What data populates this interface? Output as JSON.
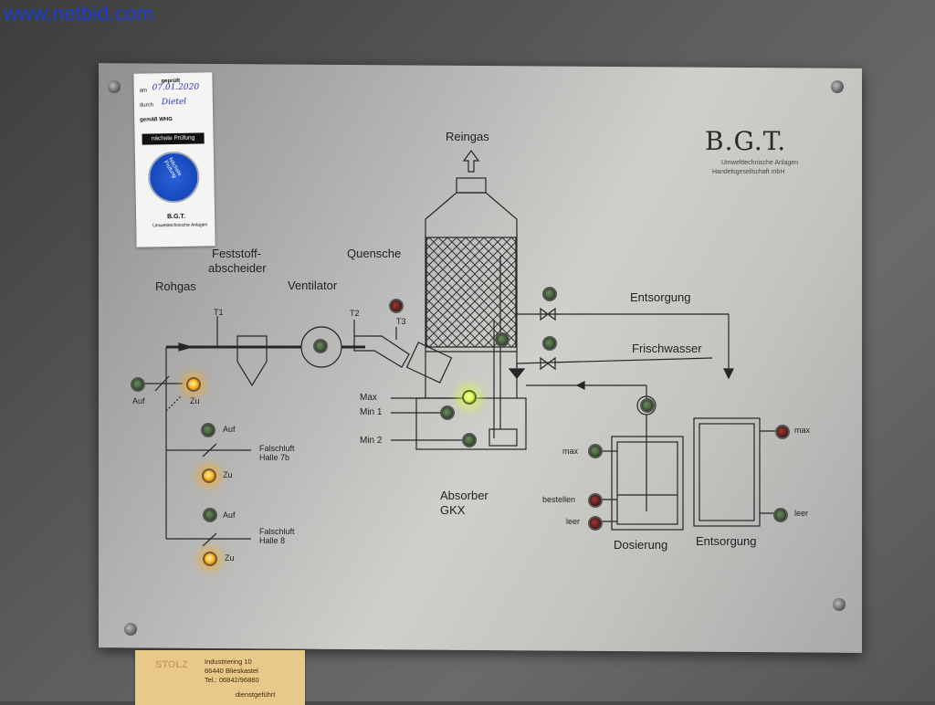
{
  "watermark": "www.netbid.com",
  "company": {
    "logo": "B.G.T.",
    "subtitle_1": "Umwelttechnische Anlagen",
    "subtitle_2": "Handelsgesellschaft mbH"
  },
  "sticker": {
    "geprueft_label": "geprüft",
    "am_label": "am",
    "date": "07.01.2020",
    "durch_label": "durch",
    "inspector": "Dietel",
    "gemaess": "gemäß WHG",
    "next_inspection": "nächste Prüfung",
    "seal_text": "Nächste Prüfung",
    "company": "B.G.T.",
    "company_sub": "Umwelttechnische Anlagen"
  },
  "diagram": {
    "reingas": "Reingas",
    "feststoff_1": "Feststoff-",
    "feststoff_2": "abscheider",
    "quensche": "Quensche",
    "rohgas": "Rohgas",
    "ventilator": "Ventilator",
    "t1": "T1",
    "t2": "T2",
    "t3": "T3",
    "entsorgung_line": "Entsorgung",
    "frischwasser": "Frischwasser",
    "max_absorber": "Max",
    "min1": "Min 1",
    "min2": "Min 2",
    "absorber_1": "Absorber",
    "absorber_2": "GKX",
    "auf_1": "Auf",
    "zu_1": "Zu",
    "auf_2": "Auf",
    "zu_2": "Zu",
    "falschluft_7b_1": "Falschluft",
    "falschluft_7b_2": "Halle 7b",
    "auf_3": "Auf",
    "zu_3": "Zu",
    "falschluft_8_1": "Falschluft",
    "falschluft_8_2": "Halle 8",
    "dos_max": "max",
    "dos_bestellen": "bestellen",
    "dos_leer": "leer",
    "dosierung": "Dosierung",
    "ent_max": "max",
    "ent_leer": "leer",
    "entsorgung_tank": "Entsorgung"
  },
  "label_sticker": {
    "brand": "STOLZ",
    "street": "Industriering 10",
    "city": "66440 Blieskastel",
    "phone": "Tel.: 06842/96880",
    "service": "dienstgeführt"
  },
  "colors": {
    "led_amber_on": "#ffb020",
    "led_green_on": "#d8ff40",
    "watermark": "#1a3fd6",
    "seal_blue": "#1a4bc0"
  }
}
